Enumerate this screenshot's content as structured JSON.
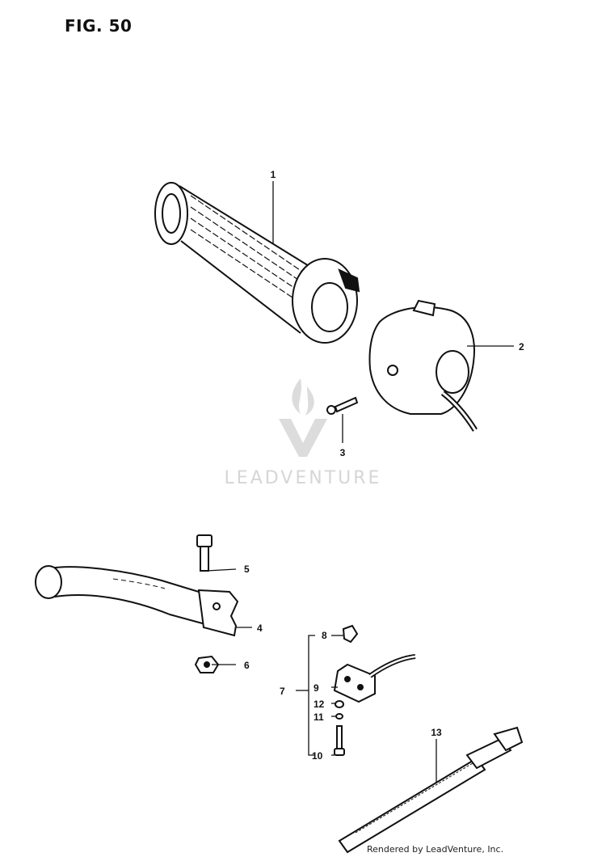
{
  "figure": {
    "title": "FIG. 50"
  },
  "callouts": [
    "1",
    "2",
    "3",
    "4",
    "5",
    "6",
    "7",
    "8",
    "9",
    "10",
    "11",
    "12",
    "13"
  ],
  "watermark": {
    "text": "LEADVENTURE"
  },
  "footer": {
    "text": "Rendered by LeadVenture, Inc."
  },
  "colors": {
    "line": "#111111",
    "watermark": "#d6d6d6",
    "background": "#ffffff"
  }
}
